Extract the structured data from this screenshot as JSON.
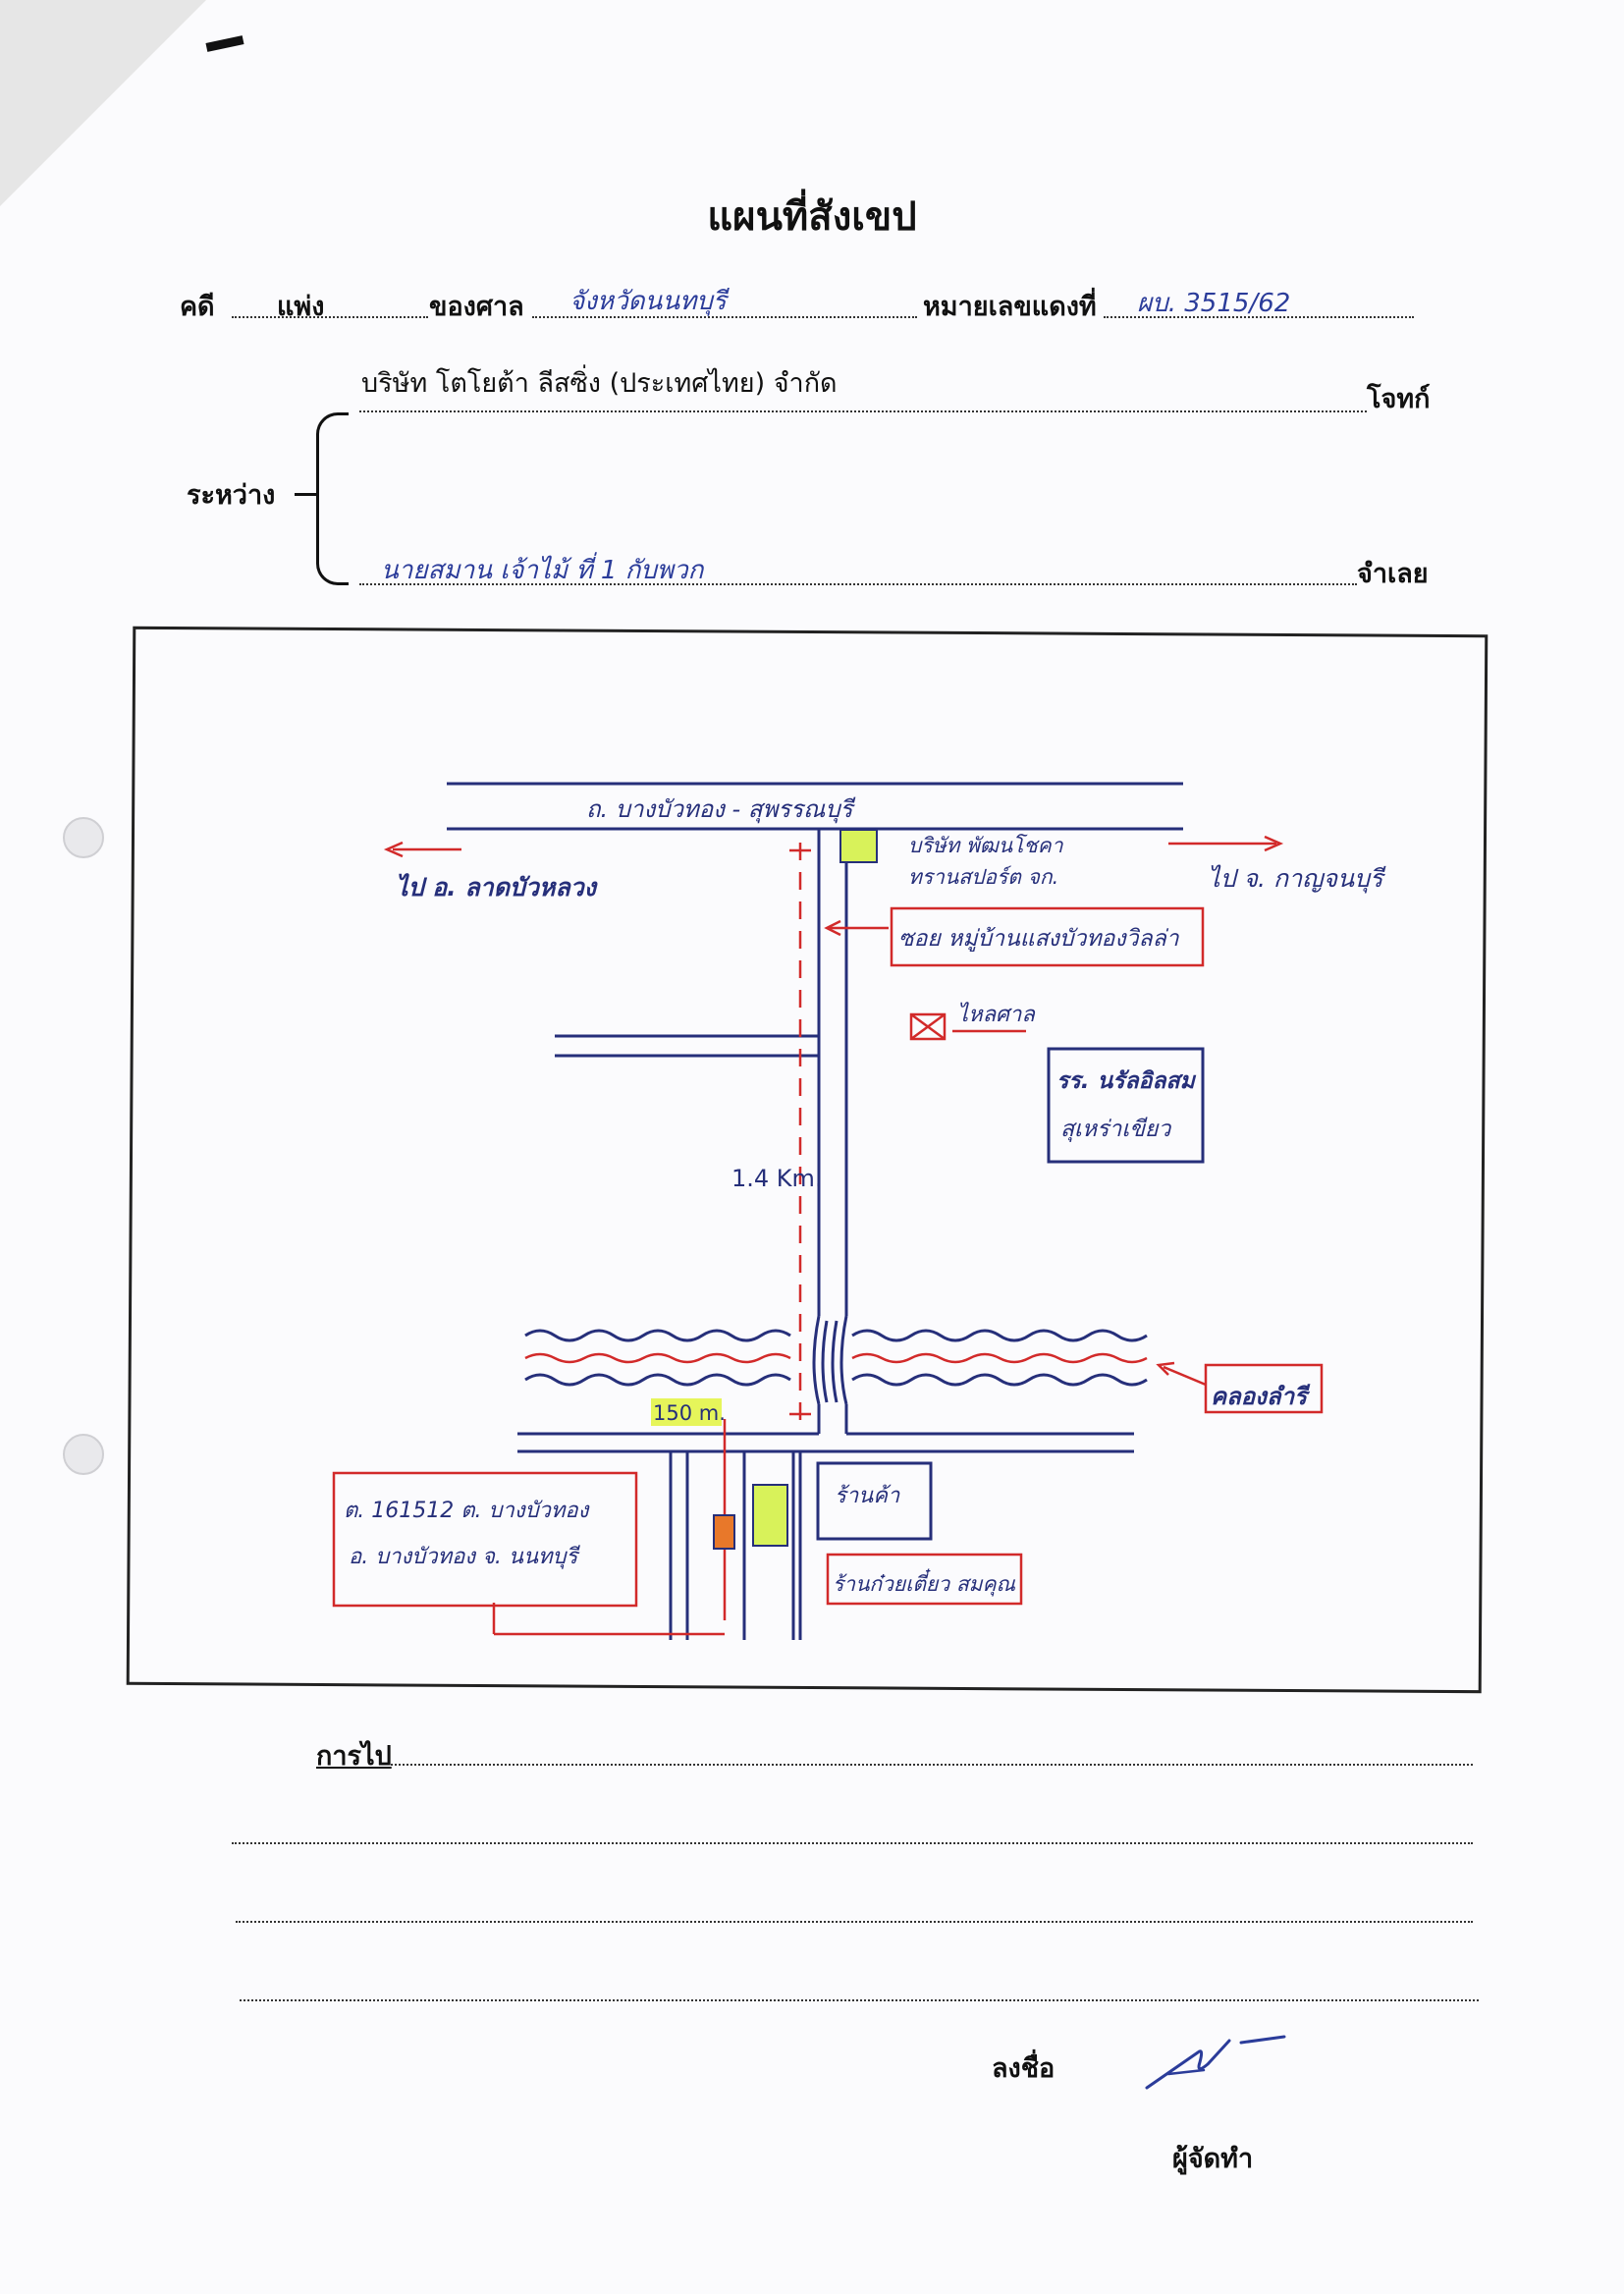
{
  "document": {
    "title": "แผนที่สังเขป",
    "case_label": "คดี",
    "case_type": "แพ่ง",
    "court_label": "ของศาล",
    "court_name": "จังหวัดนนทบุรี",
    "red_no_label": "หมายเลขแดงที่",
    "red_no": "ผบ. 3515/62",
    "plaintiff_name": "บริษัท โตโยต้า ลีสซิ่ง (ประเทศไทย) จำกัด",
    "plaintiff_label": "โจทก์",
    "between_label": "ระหว่าง",
    "defendant_name": "นายสมาน  เจ้าไม้ ที่ 1  กับพวก",
    "defendant_label": "จำเลย"
  },
  "map": {
    "main_road": "ถ. บางบัวทอง - สุพรรณบุรี",
    "left_direction": "ไป อ. ลาดบัวหลวง",
    "right_direction": "ไป จ. กาญจนบุรี",
    "company": "บริษัท พัฒนโชคา",
    "company_line2": "ทรานสปอร์ต จก.",
    "soi": "ซอย หมู่บ้านแสงบัวทองวิลล่า",
    "shrine": "ไหลศาล",
    "school_line1": "รร. นรัลอิลสม",
    "school_line2": "สุเหร่าเขียว",
    "distance_long": "1.4 Km.",
    "canal": "คลองลำรี",
    "distance_short": "150 m.",
    "address_line1": "ต. 161512 ต. บางบัวทอง",
    "address_line2": "อ. บางบัวทอง จ. นนทบุรี",
    "shop": "ร้านค้า",
    "noodle_shop": "ร้านก๋วยเตี๋ยว สมคุณ"
  },
  "footer": {
    "route_label": "การไป",
    "sign_label": "ลงชื่อ",
    "maker_label": "ผู้จัดทำ"
  },
  "colors": {
    "ink_blue": "#262f7a",
    "ink_red": "#d22a2a",
    "highlight_green": "#d8f25a",
    "highlight_yellow": "#e6f55a",
    "orange_marker": "#e8782a"
  }
}
